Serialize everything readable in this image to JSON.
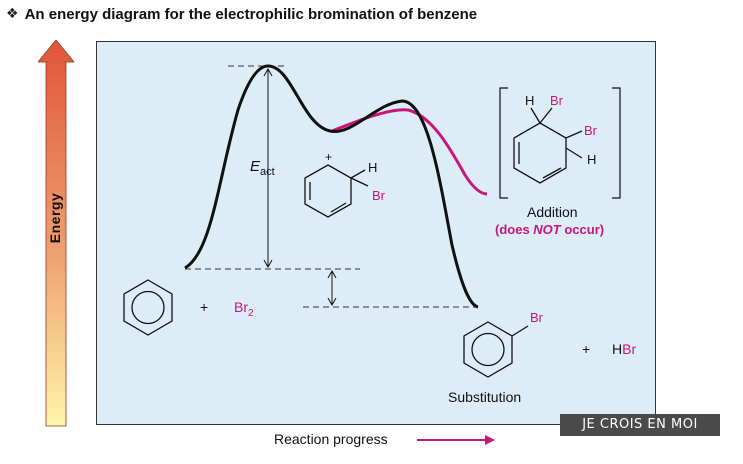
{
  "header": {
    "bullet_icon": "diamond-bullet-icon",
    "title": "An energy diagram for the electrophilic bromination of benzene"
  },
  "y_axis": {
    "label": "Energy"
  },
  "x_axis": {
    "label": "Reaction progress"
  },
  "labels": {
    "eact_main": "E",
    "eact_sub": "act",
    "plus_charge": "+",
    "intermediate_h": "H",
    "intermediate_br": "Br",
    "reactant_plus": "+",
    "br2_main": "Br",
    "br2_sub": "2",
    "addition_h": "H",
    "addition_br1": "Br",
    "addition_br2": "Br",
    "addition_h2": "H",
    "addition_title": "Addition",
    "addition_note_pre": "(does ",
    "addition_note_not": "NOT",
    "addition_note_post": " occur)",
    "product_br": "Br",
    "substitution": "Substitution",
    "product_plus": "+",
    "hbr_h": "H",
    "hbr_br": "Br"
  },
  "watermark": "JE CROIS EN MOI",
  "colors": {
    "panel": "#dcedf8",
    "accent": "#c8167b",
    "curve": "#111111",
    "arrow_top": "#e0553a",
    "arrow_bottom": "#fdf6a8"
  }
}
